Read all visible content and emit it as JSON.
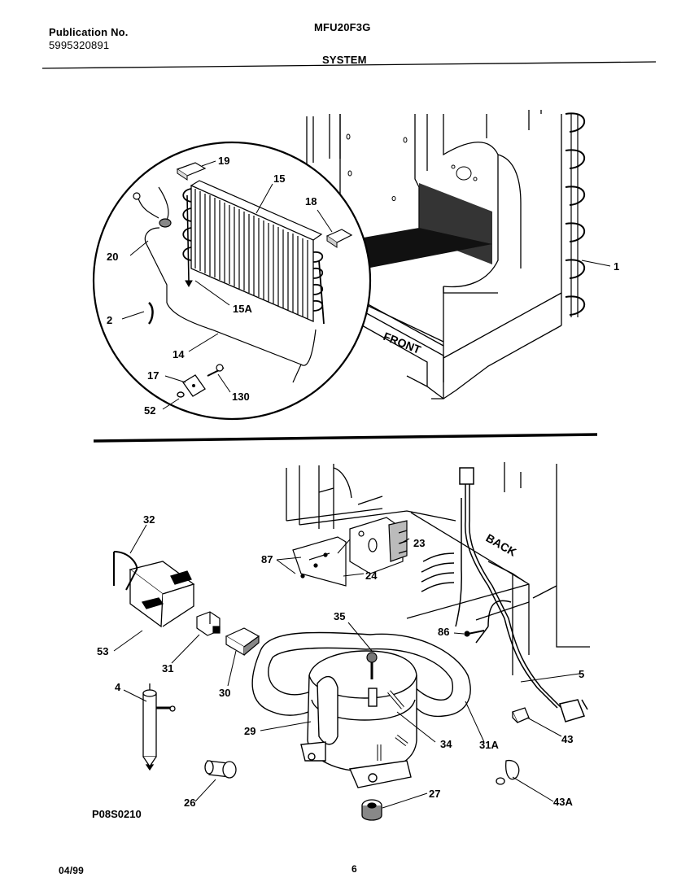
{
  "header": {
    "publication_label": "Publication No.",
    "publication_number": "5995320891",
    "model": "MFU20F3G",
    "section": "SYSTEM"
  },
  "footer": {
    "date": "04/99",
    "page": "6",
    "figure_code": "P08S0210"
  },
  "upper_diagram": {
    "callouts": [
      "19",
      "15",
      "18",
      "20",
      "15A",
      "2",
      "14",
      "17",
      "130",
      "52",
      "1"
    ],
    "text_marks": [
      "FRONT"
    ]
  },
  "lower_diagram": {
    "callouts": [
      "32",
      "87",
      "23",
      "24",
      "35",
      "86",
      "53",
      "31",
      "30",
      "4",
      "29",
      "34",
      "31A",
      "5",
      "43",
      "26",
      "27",
      "43A"
    ],
    "text_marks": [
      "BACK"
    ]
  }
}
